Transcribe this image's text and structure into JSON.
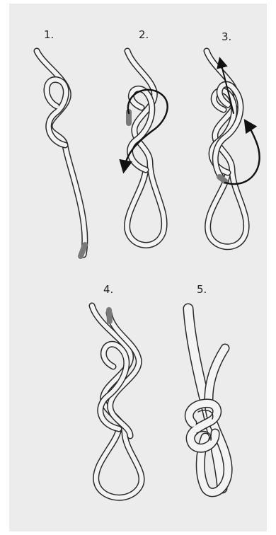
{
  "steps": [
    {
      "number": "1."
    },
    {
      "number": "2."
    },
    {
      "number": "3."
    },
    {
      "number": "4."
    },
    {
      "number": "5."
    }
  ],
  "colors": {
    "panel_bg": "#ececec",
    "rope_fill": "#f4f4f4",
    "rope_outline": "#2a2a2a",
    "rope_end_cap": "#7a7a7a",
    "arrow": "#111111"
  }
}
